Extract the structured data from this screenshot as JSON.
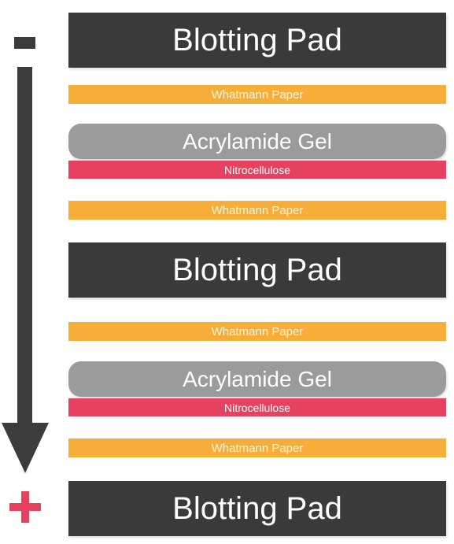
{
  "signs": {
    "top": "negative",
    "bottom": "positive"
  },
  "colors": {
    "blotting_pad": "#3a3a3a",
    "whatmann_paper": "#f9ad39",
    "acrylamide_gel": "#9b9b9b",
    "nitrocellulose": "#e6425f",
    "arrow": "#3c3c3c",
    "plus": "#e6425f"
  },
  "layers": [
    {
      "type": "blotting-pad",
      "label": "Blotting Pad"
    },
    {
      "type": "whatmann-paper",
      "label": "Whatmann Paper"
    },
    {
      "type": "acrylamide-gel",
      "label": "Acrylamide Gel"
    },
    {
      "type": "nitrocellulose",
      "label": "Nitrocellulose"
    },
    {
      "type": "whatmann-paper",
      "label": "Whatmann Paper"
    },
    {
      "type": "blotting-pad",
      "label": "Blotting Pad"
    },
    {
      "type": "whatmann-paper",
      "label": "Whatmann Paper"
    },
    {
      "type": "acrylamide-gel",
      "label": "Acrylamide Gel"
    },
    {
      "type": "nitrocellulose",
      "label": "Nitrocellulose"
    },
    {
      "type": "whatmann-paper",
      "label": "Whatmann Paper"
    },
    {
      "type": "blotting-pad",
      "label": "Blotting Pad"
    }
  ]
}
